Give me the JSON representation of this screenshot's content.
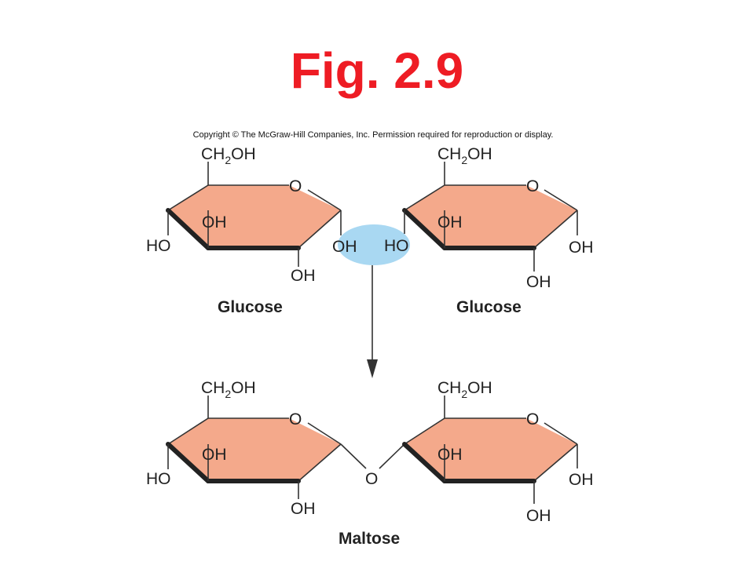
{
  "title": "Fig. 2.9",
  "copyright": "Copyright © The McGraw-Hill Companies, Inc. Permission required for reproduction or display.",
  "colors": {
    "title": "#ee1c24",
    "ring_fill": "#f4a98b",
    "highlight": "#a9d8f2",
    "line": "#333333"
  },
  "labels": {
    "ch2oh": "CH",
    "ch2oh_sub": "2",
    "ch2oh_tail": "OH",
    "ring_o": "O",
    "oh": "OH",
    "ho": "HO",
    "bridge_o": "O"
  },
  "molecules": {
    "glucose_left": "Glucose",
    "glucose_right": "Glucose",
    "maltose": "Maltose"
  }
}
